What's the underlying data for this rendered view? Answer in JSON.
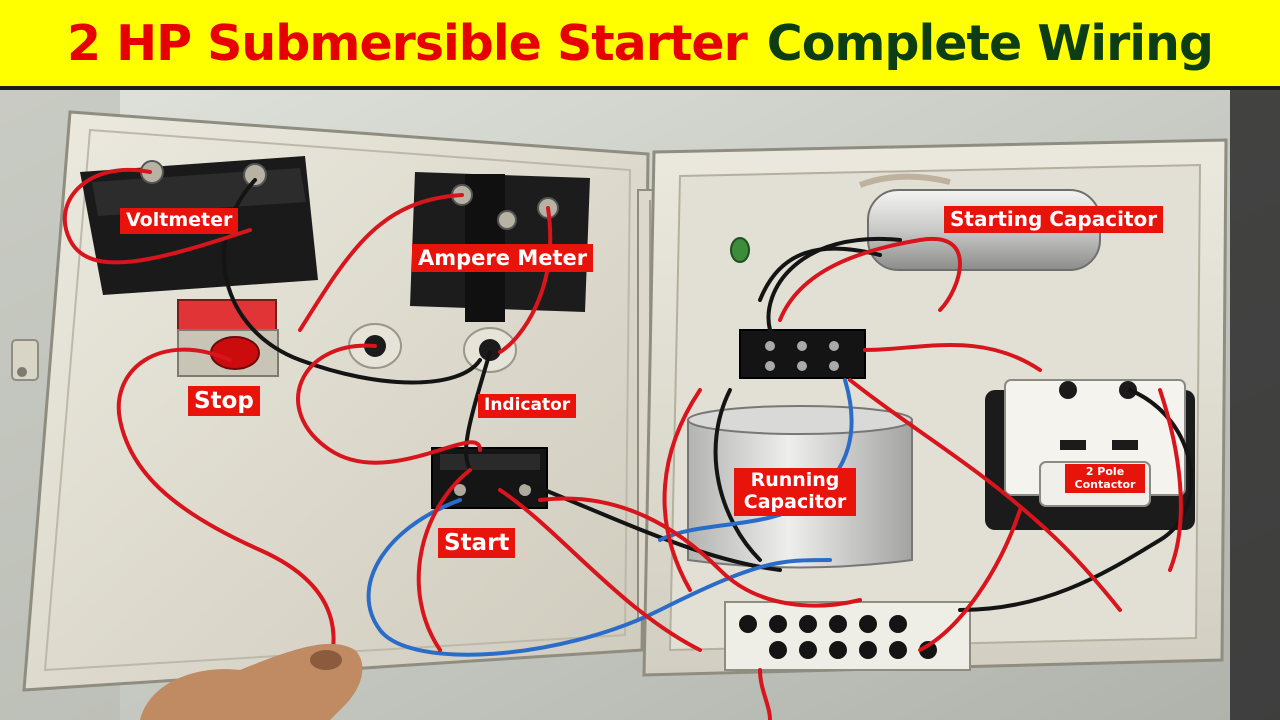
{
  "title": {
    "part1": "2 HP Submersible Starter",
    "part2": "Complete Wiring"
  },
  "labels": {
    "voltmeter": "Voltmeter",
    "ampere_meter": "Ampere Meter",
    "stop": "Stop",
    "indicator": "Indicator",
    "start": "Start",
    "starting_capacitor": "Starting Capacitor",
    "running_capacitor": "Running Capacitor",
    "contactor": "2 Pole Contactor"
  },
  "colors": {
    "title_red": "#e60000",
    "title_green": "#0c3d14",
    "banner_yellow": "#ffff00",
    "label_red": "#e8140c",
    "wire_red": "#d8141c",
    "wire_black": "#141414",
    "wire_blue": "#2a6cc8"
  }
}
